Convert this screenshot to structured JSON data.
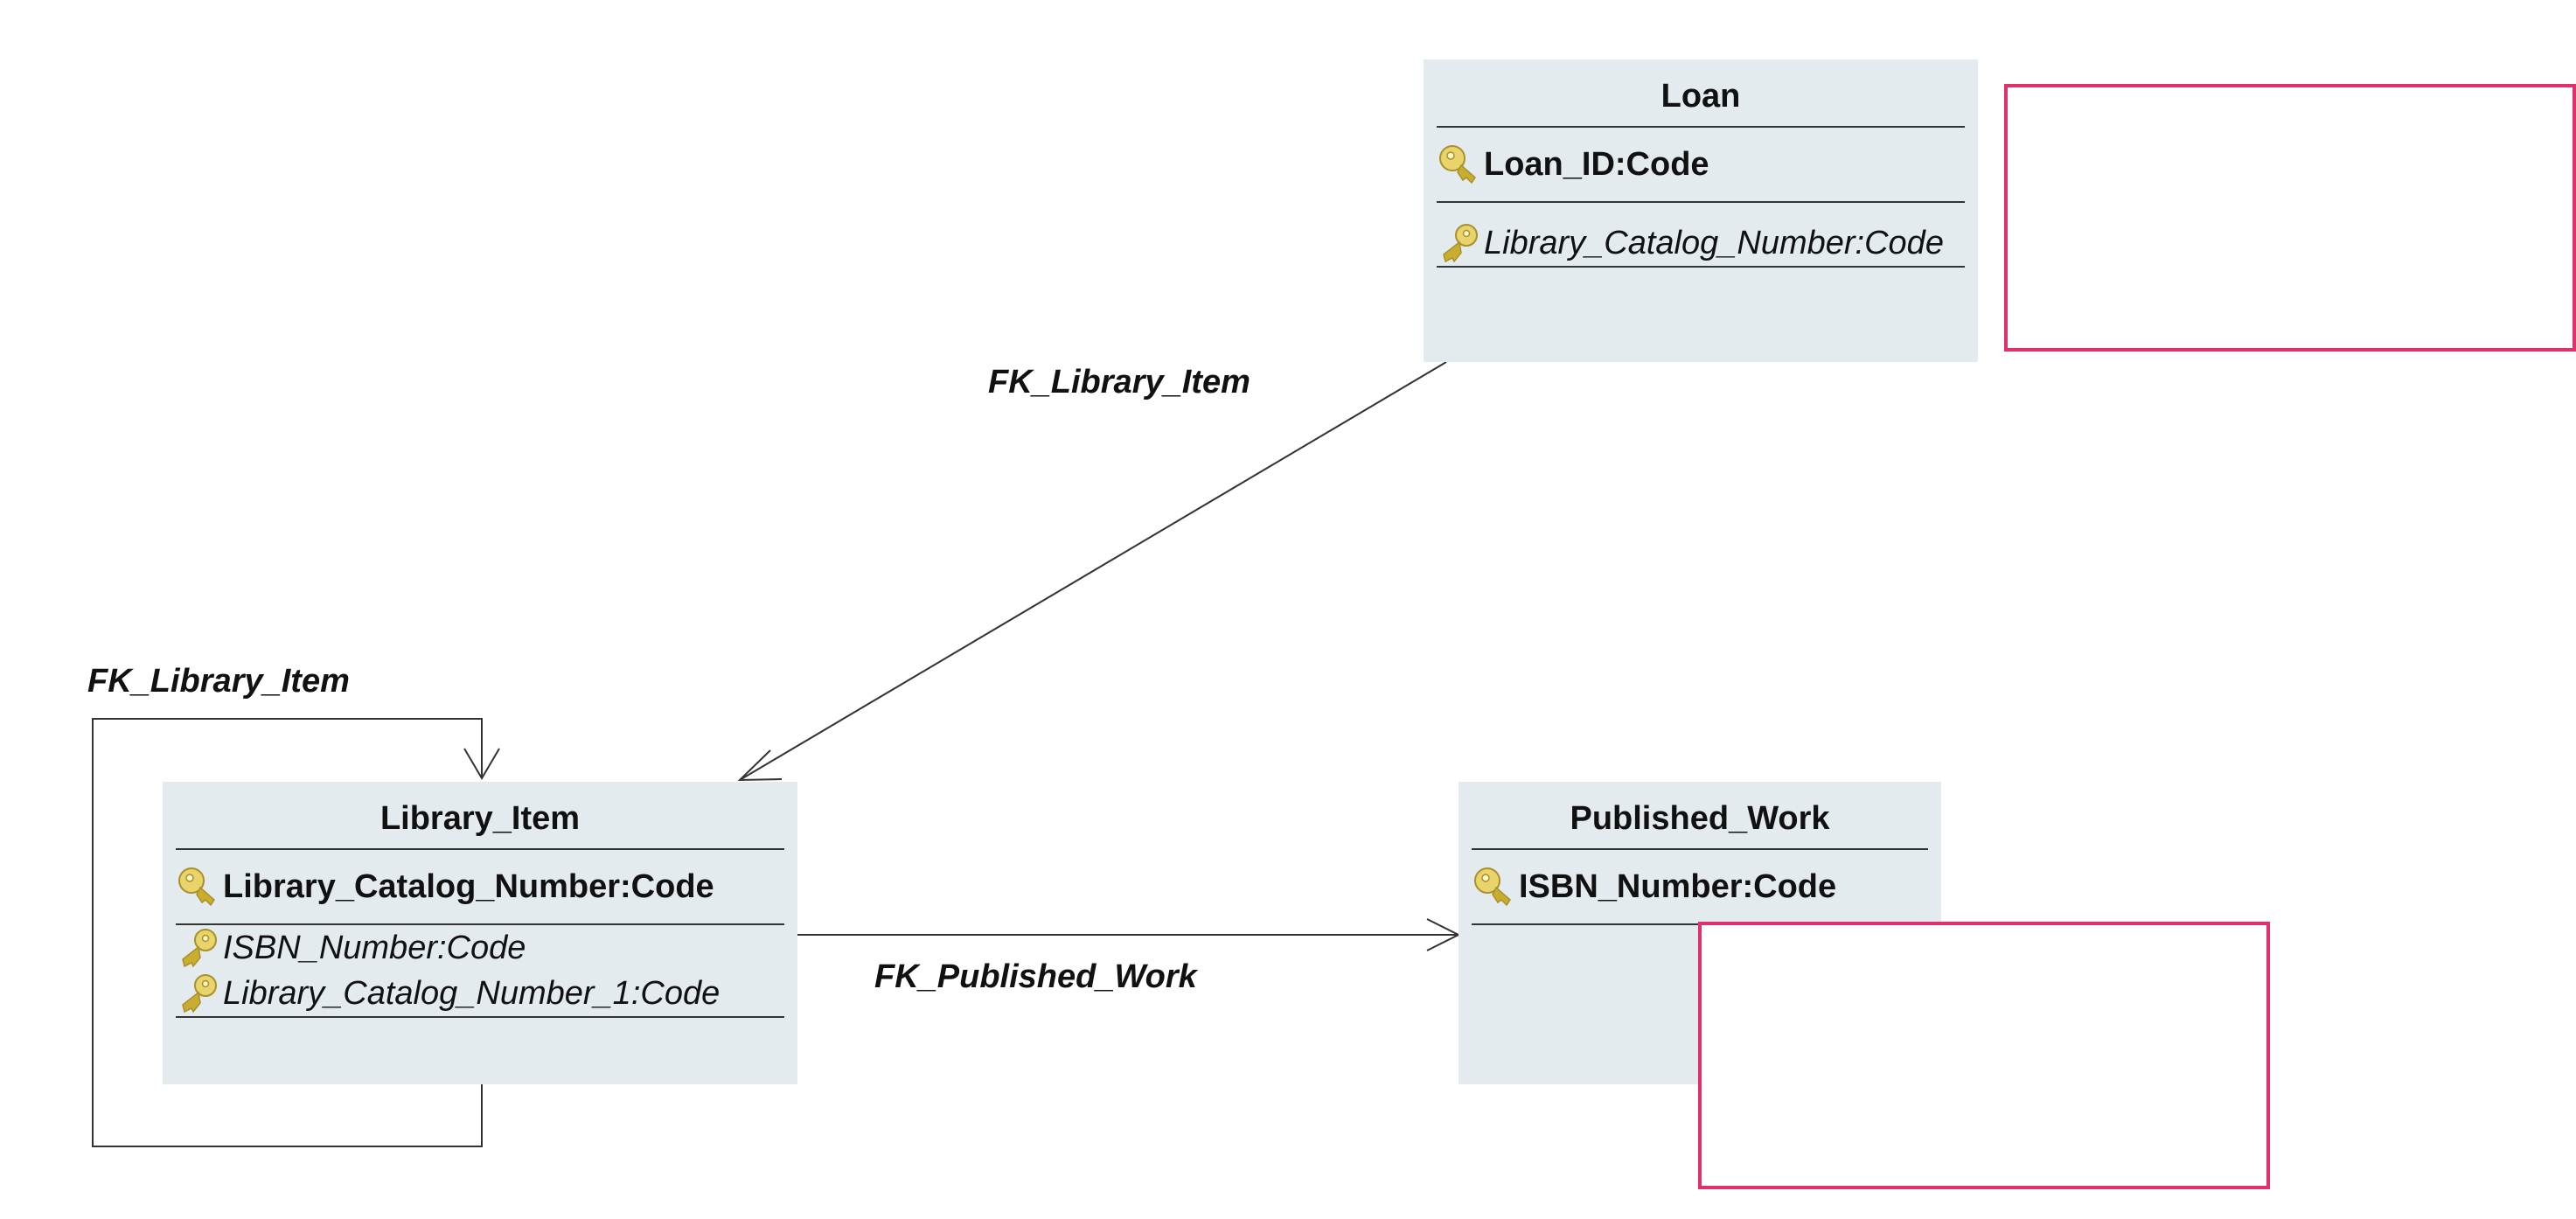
{
  "entities": {
    "loan": {
      "title": "Loan",
      "primary_key": "Loan_ID:Code",
      "foreign_keys": [
        "Library_Catalog_Number:Code"
      ]
    },
    "library_item": {
      "title": "Library_Item",
      "primary_key": "Library_Catalog_Number:Code",
      "foreign_keys": [
        "ISBN_Number:Code",
        "Library_Catalog_Number_1:Code"
      ]
    },
    "published_work": {
      "title": "Published_Work",
      "primary_key": "ISBN_Number:Code",
      "foreign_keys": []
    }
  },
  "relationships": {
    "loan_to_library_item": "FK_Library_Item",
    "library_item_self": "FK_Library_Item",
    "library_item_to_published_work": "FK_Published_Work"
  },
  "icons": {
    "primary_key": "key-icon",
    "foreign_key": "key-icon"
  },
  "colors": {
    "entity_fill": "#e3ebef",
    "highlight_border": "#e0306e",
    "key_gold": "#d4b93a",
    "line": "#333333"
  }
}
